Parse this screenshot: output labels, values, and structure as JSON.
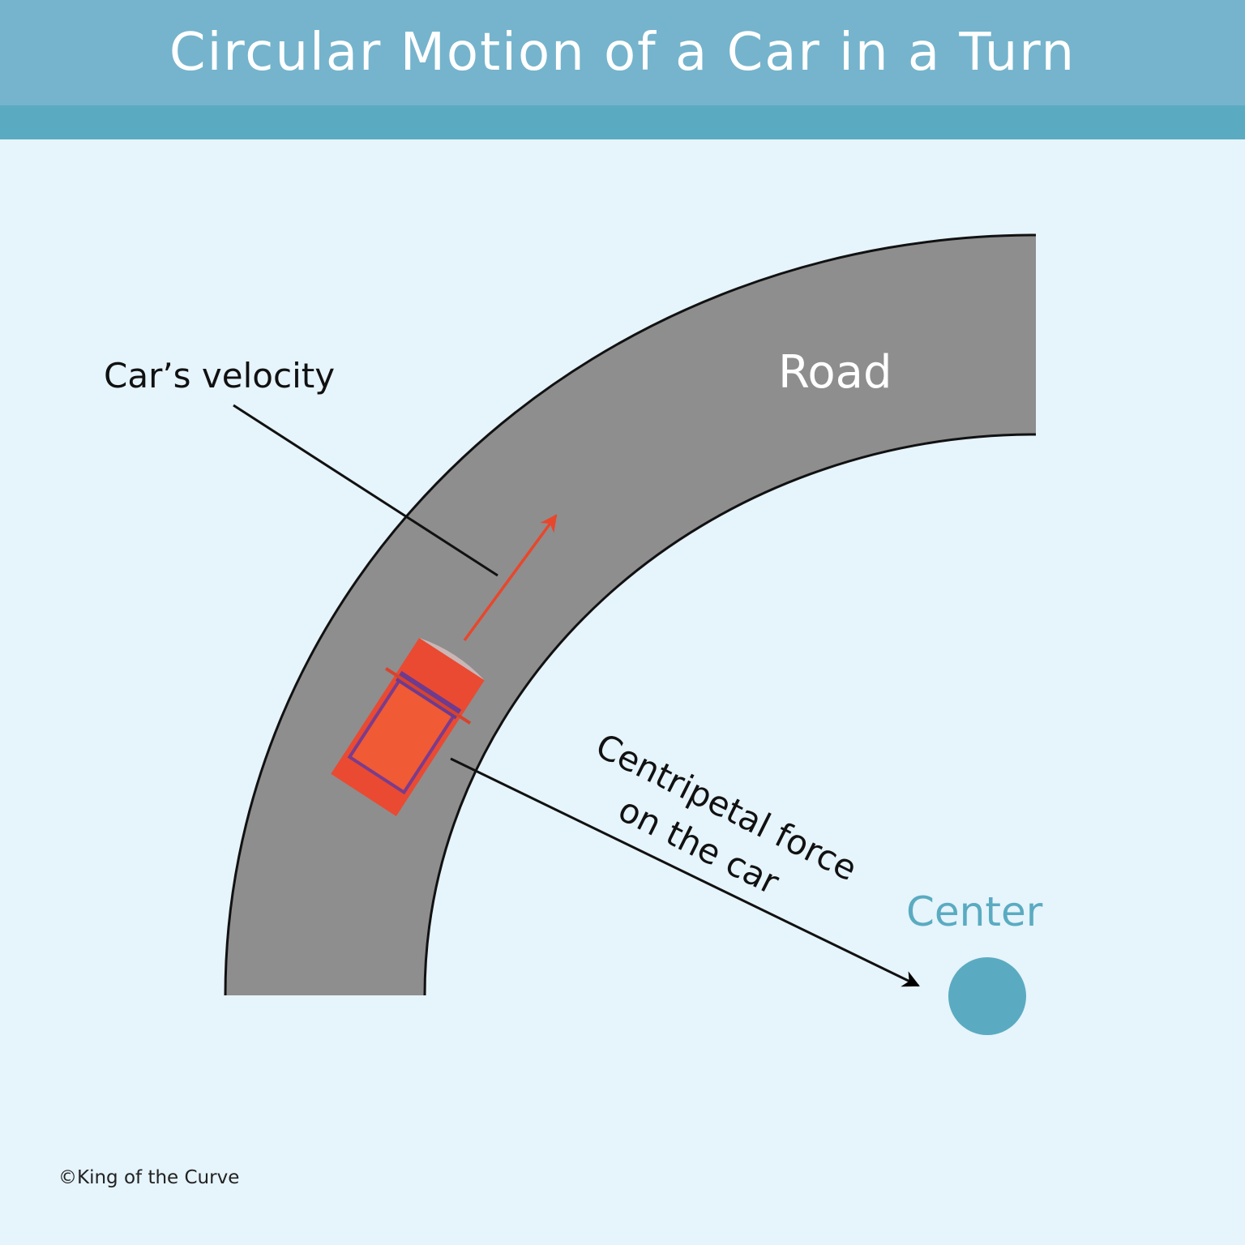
{
  "header": {
    "title": "Circular Motion of a Car in a Turn"
  },
  "diagram": {
    "road_label": "Road",
    "velocity_label": "Car’s velocity",
    "force_label_line1": "Centripetal force",
    "force_label_line2": "on the car",
    "center_label": "Center"
  },
  "colors": {
    "header": "#75b4cc",
    "header_stripe": "#5aabc1",
    "background": "#e6f4fb",
    "road": "#8e8e8e",
    "car": "#ea4a32",
    "velocity_arrow": "#e8472c",
    "center": "#5aabc1"
  },
  "footer": {
    "credit": "©King of the Curve"
  }
}
